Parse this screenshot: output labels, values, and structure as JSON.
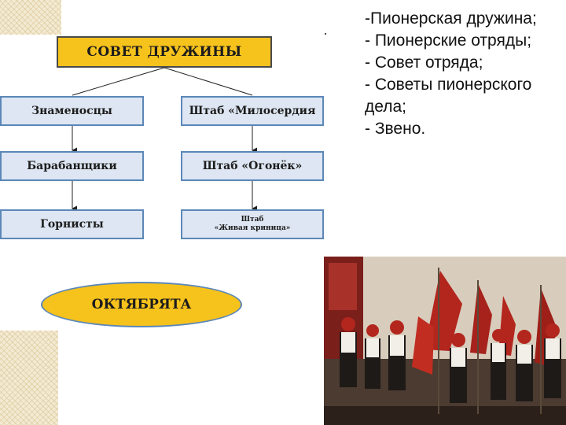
{
  "diagram": {
    "top_box": "СОВЕТ ДРУЖИНЫ",
    "left_column": [
      "Знаменосцы",
      "Барабанщики",
      "Горнисты"
    ],
    "right_column": [
      "Штаб «Милосердия",
      "Штаб «Огонёк»"
    ],
    "right_small": {
      "line1": "Штаб",
      "line2": "«Живая криница»"
    },
    "ellipse": "ОКТЯБРЯТА"
  },
  "list": {
    "items": [
      "-Пионерская дружина;",
      "- Пионерские отряды;",
      "- Совет отряда;",
      "- Советы пионерского дела;",
      "- Звено."
    ]
  },
  "colors": {
    "top_fill": "#f6c21c",
    "sub_fill": "#dde6f2",
    "sub_border": "#5b87b8",
    "flag_red": "#b3261e"
  }
}
